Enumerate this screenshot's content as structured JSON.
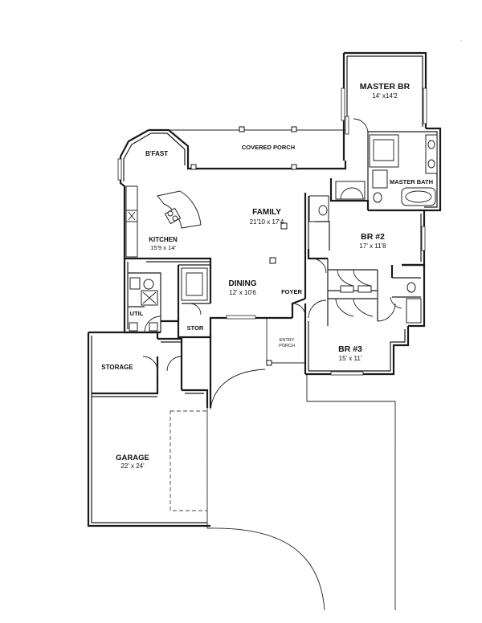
{
  "rooms": {
    "master_br": {
      "name": "MASTER  BR",
      "dims": "14' x14'2"
    },
    "covered_porch": {
      "name": "COVERED PORCH"
    },
    "bfast": {
      "name": "B'FAST"
    },
    "master_bath": {
      "name": "MASTER  BATH"
    },
    "family": {
      "name": "FAMILY",
      "dims": "21'10 x 17'4"
    },
    "kitchen": {
      "name": "KITCHEN",
      "dims": "15'9 x 14'"
    },
    "br2": {
      "name": "BR  #2",
      "dims": "17' x 11'8"
    },
    "dining": {
      "name": "DINING",
      "dims": "12' x 10'6"
    },
    "foyer": {
      "name": "FOYER"
    },
    "util": {
      "name": "UTIL"
    },
    "stor": {
      "name": "STOR"
    },
    "entry_porch": {
      "name_line1": "ENTRY",
      "name_line2": "PORCH"
    },
    "br3": {
      "name": "BR  #3",
      "dims": "15' x 11'"
    },
    "storage": {
      "name": "STORAGE"
    },
    "garage": {
      "name": "GARAGE",
      "dims": "22' x 24'"
    }
  }
}
